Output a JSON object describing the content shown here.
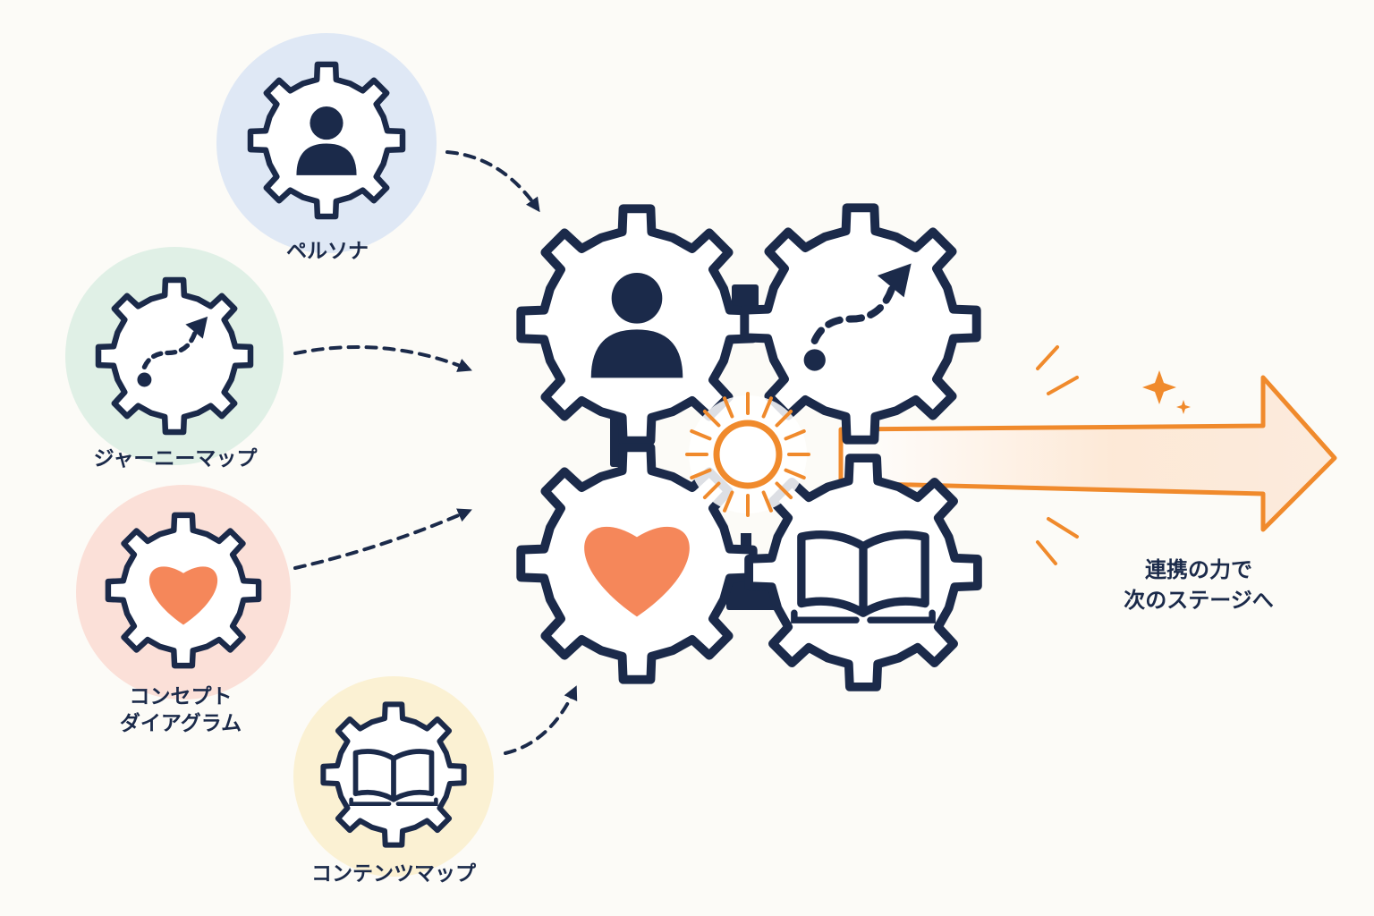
{
  "diagram": {
    "colors": {
      "navy": "#1B2A4A",
      "orange": "#F08A2C",
      "heart": "#F5875A",
      "gear_fill": "#FFFFFF",
      "background": "#FCFBF7"
    },
    "sources": [
      {
        "id": "persona",
        "label": "ペルソナ",
        "icon": "person-icon",
        "bg": "#DFE8F5"
      },
      {
        "id": "journey",
        "label": "ジャーニーマップ",
        "icon": "rising-path-arrow-icon",
        "bg": "#E0F0E6"
      },
      {
        "id": "concept",
        "label_lines": [
          "コンセプト",
          "ダイアグラム"
        ],
        "icon": "heart-icon",
        "bg": "#FBE0D8"
      },
      {
        "id": "content",
        "label": "コンテンツマップ",
        "icon": "open-book-icon",
        "bg": "#FBF1D3"
      }
    ],
    "hub": {
      "gears": [
        {
          "icon": "person-icon"
        },
        {
          "icon": "rising-path-arrow-icon"
        },
        {
          "icon": "heart-icon"
        },
        {
          "icon": "open-book-icon"
        }
      ],
      "center_icon": "sunburst-spark-icon"
    },
    "output": {
      "arrow_icon": "big-arrow-right-icon",
      "label_lines": [
        "連携の力で",
        "次のステージへ"
      ]
    }
  }
}
